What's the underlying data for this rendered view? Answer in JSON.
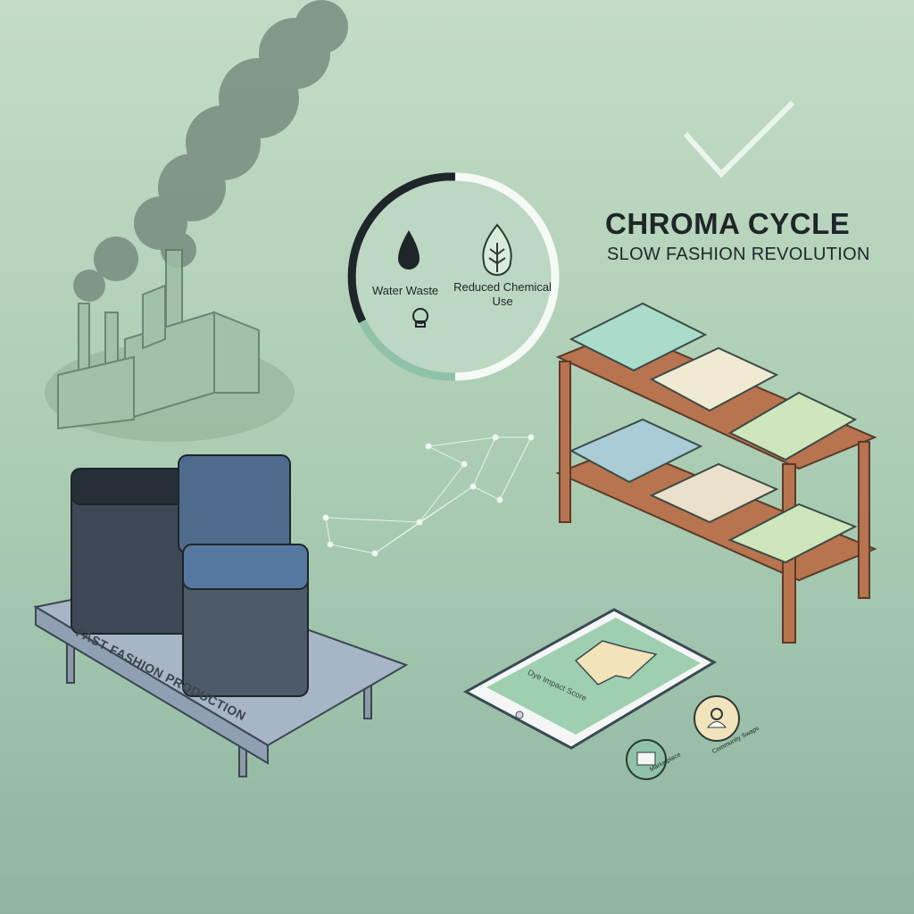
{
  "brand": {
    "title": "CHROMA CYCLE",
    "subtitle": "SLOW FASHION REVOLUTION"
  },
  "gauge": {
    "left_label": "Water Waste",
    "right_label": "Reduced Chemical Use",
    "left_icons": [
      "water-drop-icon",
      "skull-icon"
    ],
    "right_icons": [
      "leaf-icon"
    ]
  },
  "conveyor": {
    "label": "FAST FASHION PRODUCTION"
  },
  "tablet": {
    "screen_label": "Dye Impact Score"
  },
  "features": [
    {
      "label": "Marketplace",
      "icon": "marketplace-icon"
    },
    {
      "label": "Community Swaps",
      "icon": "person-icon"
    }
  ],
  "colors": {
    "ink": "#1e2629",
    "background": "#b7d3bc",
    "shelf": "#b7744f",
    "accent": "#8fc2a8"
  }
}
